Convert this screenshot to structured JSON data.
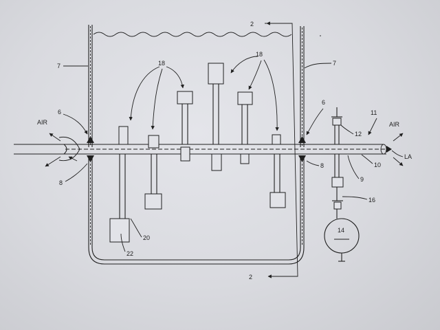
{
  "labels": {
    "flow_2_top": "2",
    "flow_2_bottom": "2",
    "wall_left": "7",
    "wall_right": "7",
    "seal_left": "6",
    "seal_right": "6",
    "group_left": "18",
    "group_right": "18",
    "air_left": "AIR",
    "air_right": "AIR",
    "la": "LA",
    "n8_left": "8",
    "n8_right": "8",
    "n9": "9",
    "n10": "10",
    "n11": "11",
    "n12": "12",
    "n14": "14",
    "n16": "16",
    "n20": "20",
    "n22": "22"
  }
}
